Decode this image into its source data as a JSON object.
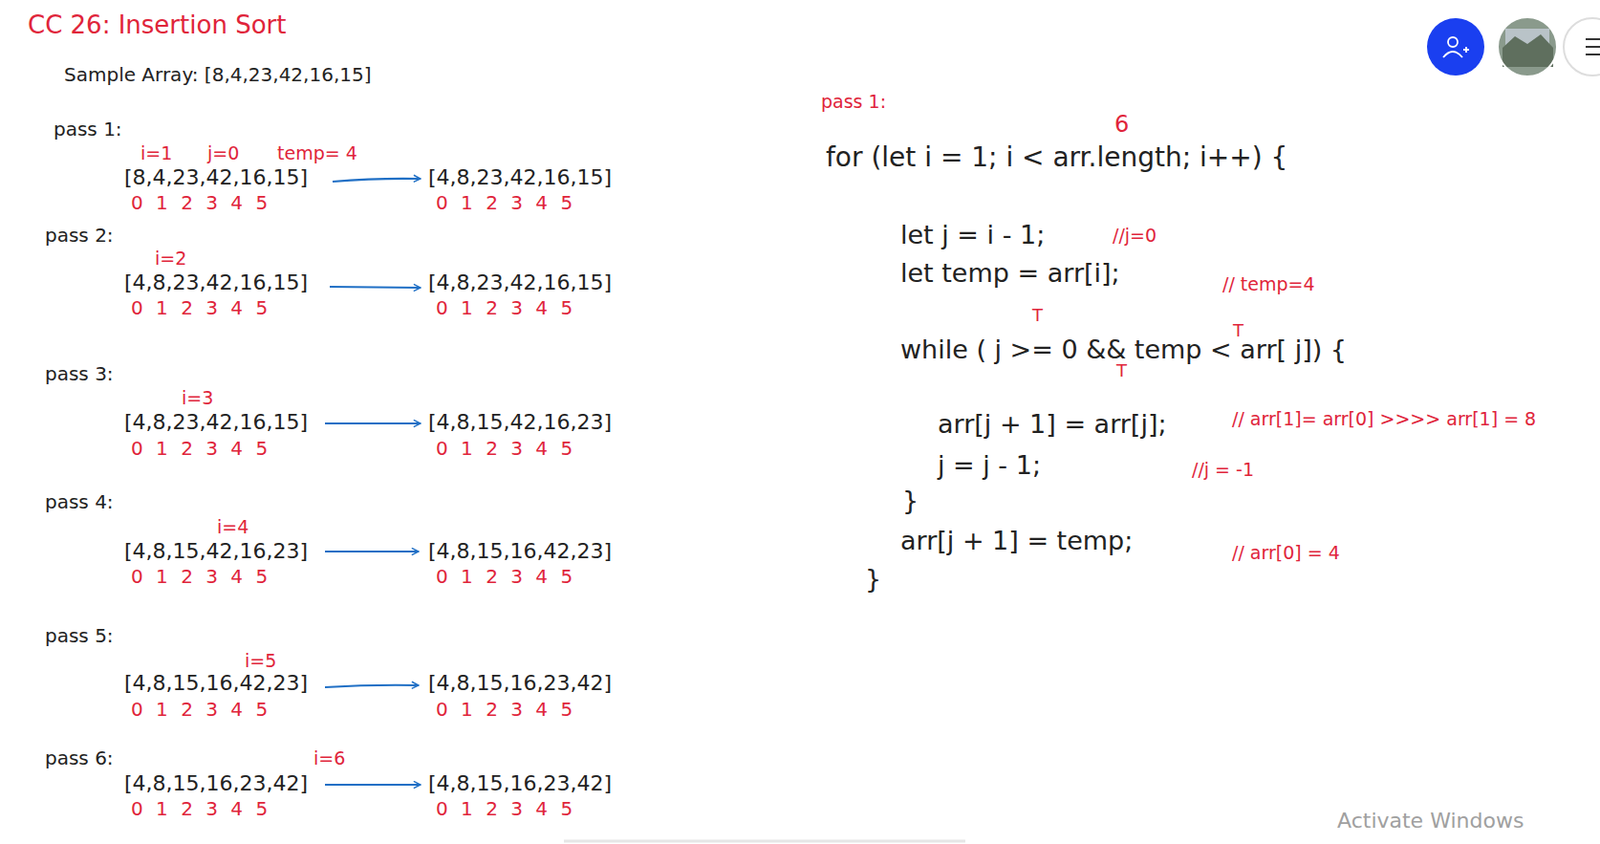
{
  "diagram": {
    "title": "CC 26: Insertion Sort",
    "labels": [
      "Sample Array: [8,4,23,42,16,15]",
      "pass 1:",
      "i=1",
      "j=0",
      "temp= 4",
      "[8,4,23,42,16,15]",
      "0 1 2 3 4 5",
      "[4,8,23,42,16,15]",
      "0 1 2 3 4 5",
      "pass 2:",
      "i=2",
      "[4,8,23,42,16,15]",
      "0 1 2 3 4 5",
      "[4,8,23,42,16,15]",
      "0 1 2 3 4 5",
      "pass 3:",
      "i=3",
      "[4,8,23,42,16,15]",
      "0 1 2 3 4 5",
      "[4,8,15,42,16,23]",
      "0 1 2 3 4 5",
      "pass 4:",
      "i=4",
      "[4,8,15,42,16,23]",
      "0 1 2 3 4 5",
      "[4,8,15,16,42,23]",
      "0 1 2 3 4 5",
      "pass 5:",
      "i=5",
      "[4,8,15,16,42,23]",
      "0 1 2 3 4 5",
      "[4,8,15,16,23,42]",
      "0 1 2 3 4 5",
      "pass 6:",
      "i=6",
      "[4,8,15,16,23,42]",
      "0 1 2 3 4 5",
      "[4,8,15,16,23,42]",
      "0 1 2 3 4 5",
      "pass 1:",
      "6",
      "for (let i = 1; i < arr.length; i++) {",
      "let j = i - 1;",
      "//j=0",
      "let temp = arr[i];",
      "// temp=4",
      "T",
      "T",
      "while ( j >= 0 && temp < arr[ j]) {",
      "T",
      "arr[j + 1] = arr[j];",
      "// arr[1]= arr[0] >>>> arr[1] = 8",
      "j = j - 1;",
      "//j = -1",
      "}",
      "arr[j + 1] = temp;",
      "// arr[0] = 4",
      "}",
      "Activate Windows"
    ]
  }
}
